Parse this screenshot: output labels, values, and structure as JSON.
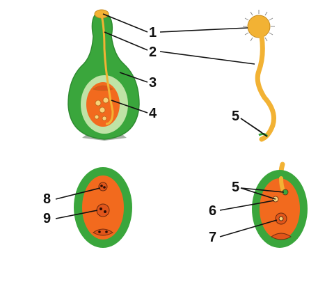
{
  "colors": {
    "green_outer": "#3aa63c",
    "green_light": "#bfe3a6",
    "orange": "#f26a1e",
    "orange_dark": "#e0551a",
    "yellow": "#f2b234",
    "yellow_light": "#f7d27a",
    "leader": "#111111"
  },
  "labels": {
    "l1": "1",
    "l2": "2",
    "l3": "3",
    "l4": "4",
    "l5a": "5",
    "l5b": "5",
    "l6": "6",
    "l7": "7",
    "l8": "8",
    "l9": "9"
  }
}
